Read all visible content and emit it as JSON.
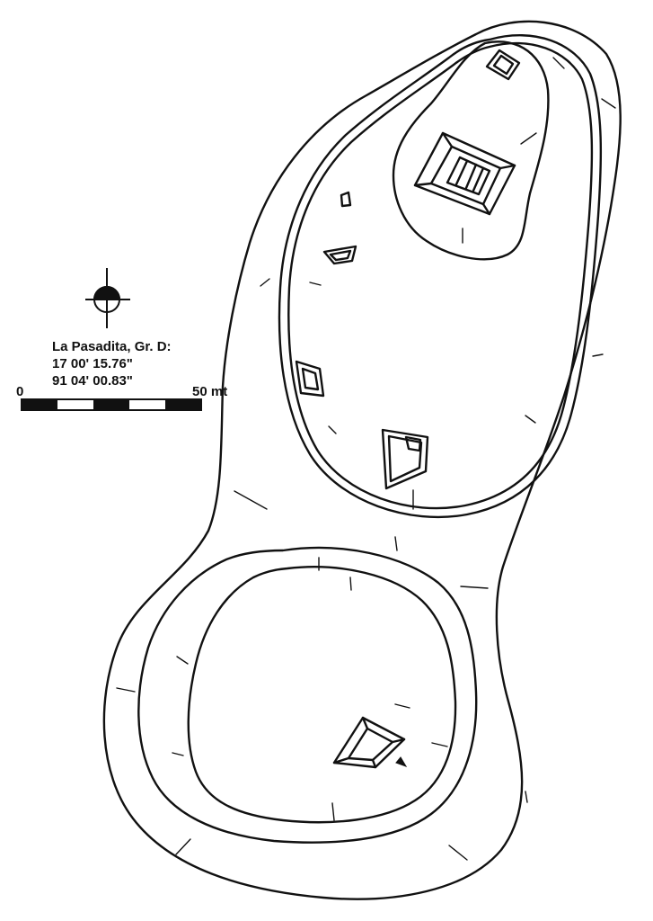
{
  "site": {
    "name": "La Pasadita, Gr. D:",
    "latitude": "17  00' 15.76\"",
    "longitude": "91  04' 00.83\""
  },
  "scale_bar": {
    "start_label": "0",
    "end_label": "50 mt"
  },
  "icons": {
    "north_arrow": "compass-crosshair-icon",
    "datum": "benchmark-triangle-icon"
  },
  "colors": {
    "ink": "#111111",
    "paper": "#ffffff"
  }
}
